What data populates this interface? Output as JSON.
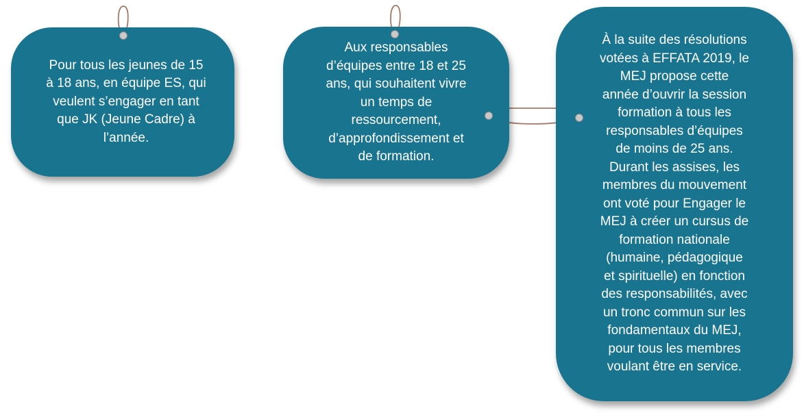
{
  "tags": [
    {
      "text": "Pour tous les jeunes de 15\nà 18 ans, en équipe ES, qui\nveulent s’engager en tant\nque JK (Jeune Cadre) à\nl’année."
    },
    {
      "text": "Aux responsables\nd’équipes entre 18 et 25\nans, qui souhaitent vivre\nun temps de\nressourcement,\nd’approfondissement et\nde formation."
    },
    {
      "text": "À la suite des résolutions\nvotées à EFFATA 2019, le\nMEJ propose cette\nannée d’ouvrir la session\nformation à tous les\nresponsables d’équipes\nde moins de 25 ans.\nDurant les assises, les\nmembres du mouvement\nont voté pour Engager le\nMEJ à créer un cursus de\nformation nationale\n(humaine, pédagogique\net spirituelle) en fonction\ndes responsabilités, avec\nun tronc commun sur les\nfondamentaux du MEJ,\npour tous les membres\nvoulant être en service."
    }
  ],
  "colors": {
    "tag_fill": "#19758f",
    "tag_text": "#ffffff",
    "string": "#a57969",
    "eyelet": "#c9c9c9"
  }
}
